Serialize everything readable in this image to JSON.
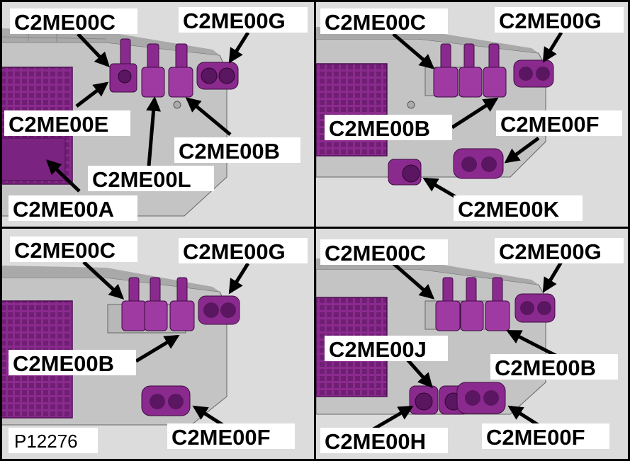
{
  "figure_ref": "P12276",
  "colors": {
    "background": "#d9d9d9",
    "connector": "#8b2a8e",
    "connector_dark": "#5a1660",
    "connector_light": "#b24fb5",
    "module_body": "#bdbdbd",
    "module_dark": "#8e8e8e",
    "border": "#000000"
  },
  "panels": [
    {
      "id": "top-left",
      "labels": [
        {
          "text": "C2ME00C"
        },
        {
          "text": "C2ME00G"
        },
        {
          "text": "C2ME00E"
        },
        {
          "text": "C2ME00B"
        },
        {
          "text": "C2ME00L"
        },
        {
          "text": "C2ME00A"
        }
      ]
    },
    {
      "id": "top-right",
      "labels": [
        {
          "text": "C2ME00C"
        },
        {
          "text": "C2ME00G"
        },
        {
          "text": "C2ME00B"
        },
        {
          "text": "C2ME00F"
        },
        {
          "text": "C2ME00K"
        }
      ]
    },
    {
      "id": "bottom-left",
      "labels": [
        {
          "text": "C2ME00C"
        },
        {
          "text": "C2ME00G"
        },
        {
          "text": "C2ME00B"
        },
        {
          "text": "C2ME00F"
        }
      ]
    },
    {
      "id": "bottom-right",
      "labels": [
        {
          "text": "C2ME00C"
        },
        {
          "text": "C2ME00G"
        },
        {
          "text": "C2ME00J"
        },
        {
          "text": "C2ME00B"
        },
        {
          "text": "C2ME00H"
        },
        {
          "text": "C2ME00F"
        }
      ]
    }
  ]
}
